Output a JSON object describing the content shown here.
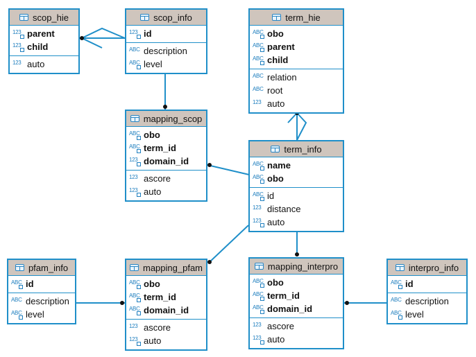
{
  "diagram": {
    "tables": [
      {
        "id": "scop_hie",
        "title": "scop_hie",
        "sections": [
          [
            {
              "name": "parent",
              "type": "123",
              "key": true,
              "badge": "key"
            },
            {
              "name": "child",
              "type": "123",
              "key": true,
              "badge": "key"
            }
          ],
          [
            {
              "name": "auto",
              "type": "123",
              "key": false,
              "badge": "none"
            }
          ]
        ]
      },
      {
        "id": "scop_info",
        "title": "scop_info",
        "sections": [
          [
            {
              "name": "id",
              "type": "123",
              "key": true,
              "badge": "key"
            }
          ],
          [
            {
              "name": "description",
              "type": "ABC",
              "key": false,
              "badge": "none"
            },
            {
              "name": "level",
              "type": "ABC",
              "key": false,
              "badge": "idx"
            }
          ]
        ]
      },
      {
        "id": "term_hie",
        "title": "term_hie",
        "sections": [
          [
            {
              "name": "obo",
              "type": "ABC",
              "key": true,
              "badge": "key"
            },
            {
              "name": "parent",
              "type": "ABC",
              "key": true,
              "badge": "key"
            },
            {
              "name": "child",
              "type": "ABC",
              "key": true,
              "badge": "key"
            }
          ],
          [
            {
              "name": "relation",
              "type": "ABC",
              "key": false,
              "badge": "none"
            },
            {
              "name": "root",
              "type": "ABC",
              "key": false,
              "badge": "none"
            },
            {
              "name": "auto",
              "type": "123",
              "key": false,
              "badge": "none"
            }
          ]
        ]
      },
      {
        "id": "mapping_scop",
        "title": "mapping_scop",
        "sections": [
          [
            {
              "name": "obo",
              "type": "ABC",
              "key": true,
              "badge": "key"
            },
            {
              "name": "term_id",
              "type": "ABC",
              "key": true,
              "badge": "key"
            },
            {
              "name": "domain_id",
              "type": "123",
              "key": true,
              "badge": "key"
            }
          ],
          [
            {
              "name": "ascore",
              "type": "123",
              "key": false,
              "badge": "none"
            },
            {
              "name": "auto",
              "type": "123",
              "key": false,
              "badge": "key"
            }
          ]
        ]
      },
      {
        "id": "term_info",
        "title": "term_info",
        "sections": [
          [
            {
              "name": "name",
              "type": "ABC",
              "key": true,
              "badge": "key"
            },
            {
              "name": "obo",
              "type": "ABC",
              "key": true,
              "badge": "key"
            }
          ],
          [
            {
              "name": "id",
              "type": "ABC",
              "key": false,
              "badge": "idx"
            },
            {
              "name": "distance",
              "type": "123",
              "key": false,
              "badge": "none"
            },
            {
              "name": "auto",
              "type": "123",
              "key": false,
              "badge": "idx"
            }
          ]
        ]
      },
      {
        "id": "pfam_info",
        "title": "pfam_info",
        "sections": [
          [
            {
              "name": "id",
              "type": "ABC",
              "key": true,
              "badge": "key"
            }
          ],
          [
            {
              "name": "description",
              "type": "ABC",
              "key": false,
              "badge": "none"
            },
            {
              "name": "level",
              "type": "ABC",
              "key": false,
              "badge": "idx"
            }
          ]
        ]
      },
      {
        "id": "mapping_pfam",
        "title": "mapping_pfam",
        "sections": [
          [
            {
              "name": "obo",
              "type": "ABC",
              "key": true,
              "badge": "key"
            },
            {
              "name": "term_id",
              "type": "ABC",
              "key": true,
              "badge": "key"
            },
            {
              "name": "domain_id",
              "type": "ABC",
              "key": true,
              "badge": "key"
            }
          ],
          [
            {
              "name": "ascore",
              "type": "123",
              "key": false,
              "badge": "none"
            },
            {
              "name": "auto",
              "type": "123",
              "key": false,
              "badge": "key"
            }
          ]
        ]
      },
      {
        "id": "mapping_interpro",
        "title": "mapping_interpro",
        "sections": [
          [
            {
              "name": "obo",
              "type": "ABC",
              "key": true,
              "badge": "key"
            },
            {
              "name": "term_id",
              "type": "ABC",
              "key": true,
              "badge": "key"
            },
            {
              "name": "domain_id",
              "type": "ABC",
              "key": true,
              "badge": "key"
            }
          ],
          [
            {
              "name": "ascore",
              "type": "123",
              "key": false,
              "badge": "none"
            },
            {
              "name": "auto",
              "type": "123",
              "key": false,
              "badge": "key"
            }
          ]
        ]
      },
      {
        "id": "interpro_info",
        "title": "interpro_info",
        "sections": [
          [
            {
              "name": "id",
              "type": "ABC",
              "key": true,
              "badge": "key"
            }
          ],
          [
            {
              "name": "description",
              "type": "ABC",
              "key": false,
              "badge": "none"
            },
            {
              "name": "level",
              "type": "ABC",
              "key": false,
              "badge": "idx"
            }
          ]
        ]
      }
    ],
    "relationships": [
      {
        "from": "scop_hie",
        "to": "scop_info"
      },
      {
        "from": "scop_info",
        "to": "mapping_scop"
      },
      {
        "from": "term_hie",
        "to": "term_info"
      },
      {
        "from": "term_info",
        "to": "mapping_scop"
      },
      {
        "from": "term_info",
        "to": "mapping_pfam"
      },
      {
        "from": "term_info",
        "to": "mapping_interpro"
      },
      {
        "from": "pfam_info",
        "to": "mapping_pfam"
      },
      {
        "from": "interpro_info",
        "to": "mapping_interpro"
      }
    ],
    "colors": {
      "border": "#1f8fc9",
      "header": "#cfc5bd",
      "icon": "#1f7fbf",
      "line": "#1f8fc9",
      "dot": "#111111"
    }
  }
}
